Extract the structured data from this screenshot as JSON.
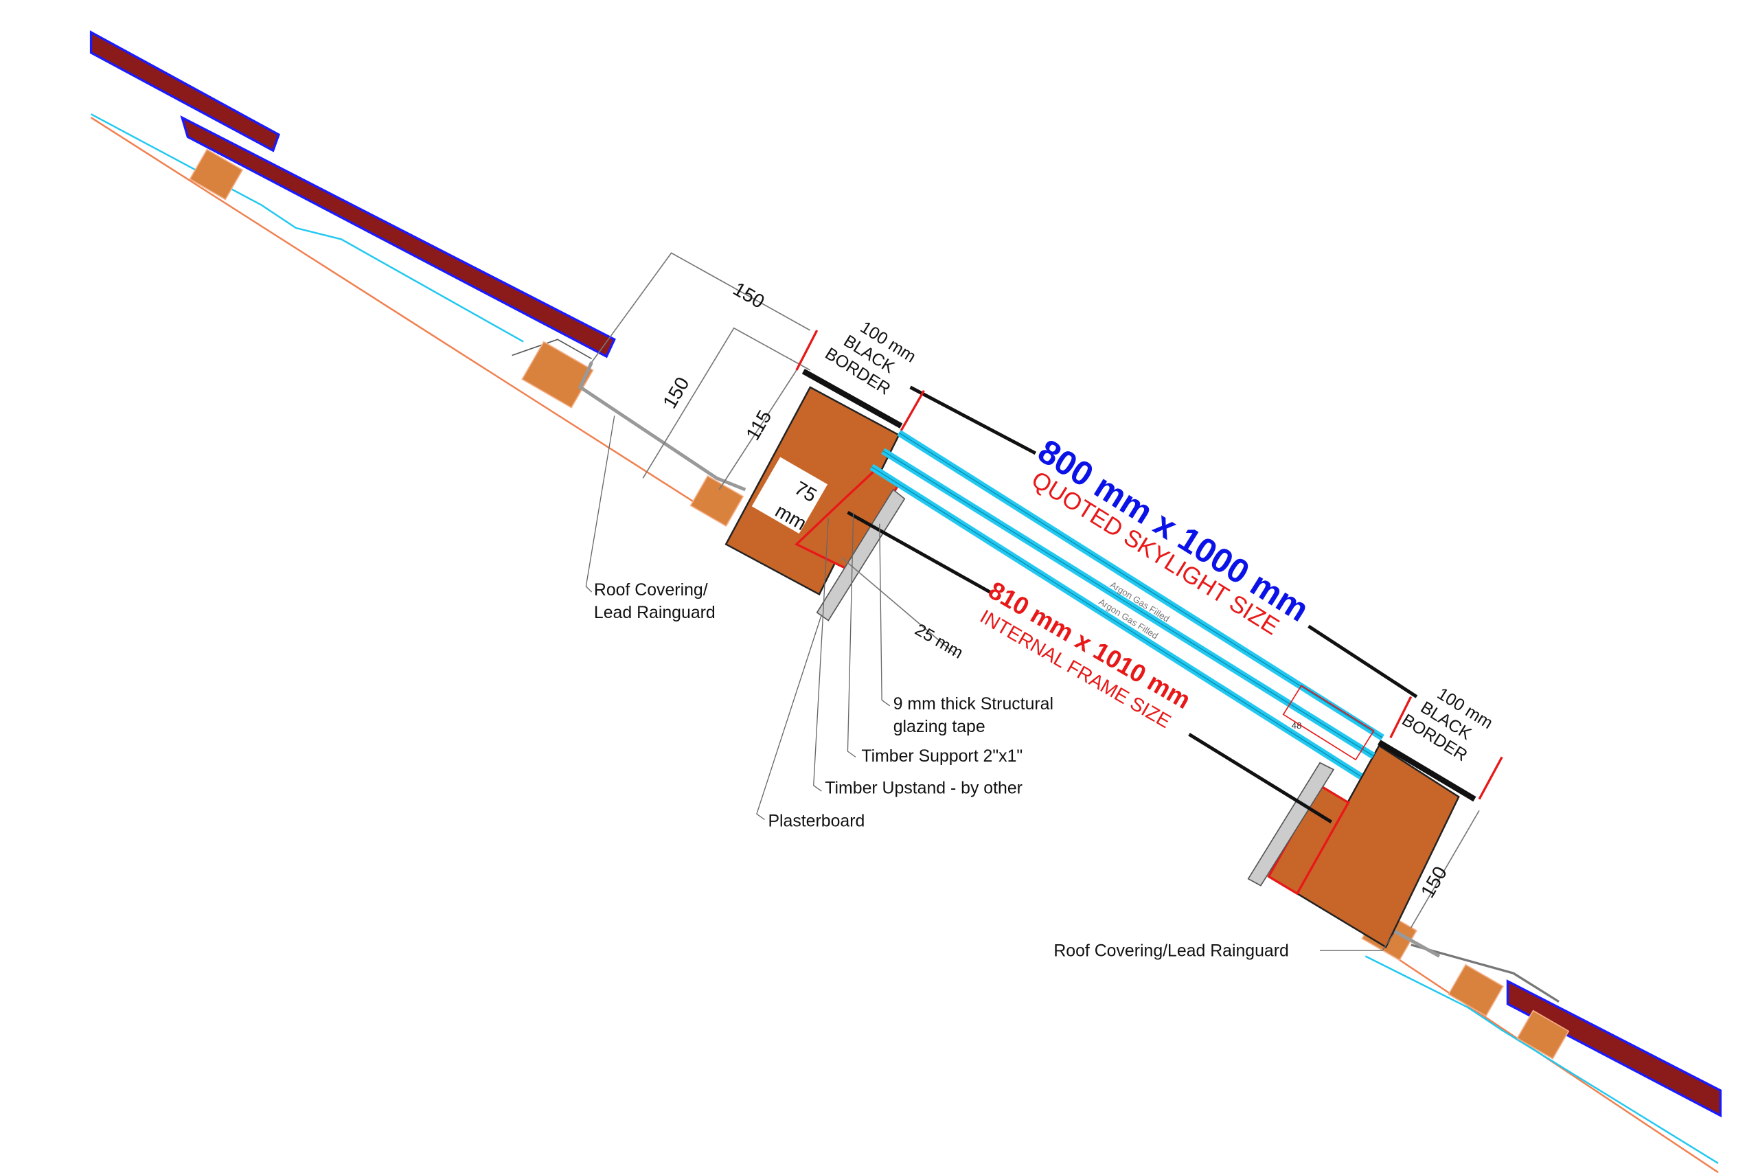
{
  "dimensions": {
    "upstand_outer_height": "150",
    "upstand_inner_height": "150",
    "upstand_height_115": "115",
    "timber_width_value": "75",
    "timber_width_unit": "mm",
    "gap_25": "25 mm",
    "glass_unit_thickness": "48",
    "right_upstand_height": "150"
  },
  "border_left": {
    "line1": "100 mm",
    "line2": "BLACK",
    "line3": "BORDER"
  },
  "border_right": {
    "line1": "100 mm",
    "line2": "BLACK",
    "line3": "BORDER"
  },
  "quoted_size": {
    "value": "800 mm x 1000 mm",
    "caption": "QUOTED SKYLIGHT SIZE"
  },
  "internal_size": {
    "value": "810 mm x 1010 mm",
    "caption": "INTERNAL FRAME SIZE"
  },
  "glass_labels": [
    "Argon Gas Filled",
    "Argon Gas Filled"
  ],
  "callouts": {
    "roof_covering_left_1": "Roof Covering/",
    "roof_covering_left_2": "Lead Rainguard",
    "glazing_tape_1": "9 mm thick Structural",
    "glazing_tape_2": "glazing tape",
    "timber_support": "Timber Support 2\"x1\"",
    "timber_upstand": "Timber Upstand - by other",
    "plasterboard": "Plasterboard",
    "roof_covering_right": "Roof Covering/Lead Rainguard"
  },
  "colors": {
    "tile": "#8b1a1a",
    "tile_outline": "#1a1aff",
    "timber": "#c8662a",
    "glass": "#22c8f0",
    "quoted": "#0a12e8",
    "internal": "#e81818"
  }
}
